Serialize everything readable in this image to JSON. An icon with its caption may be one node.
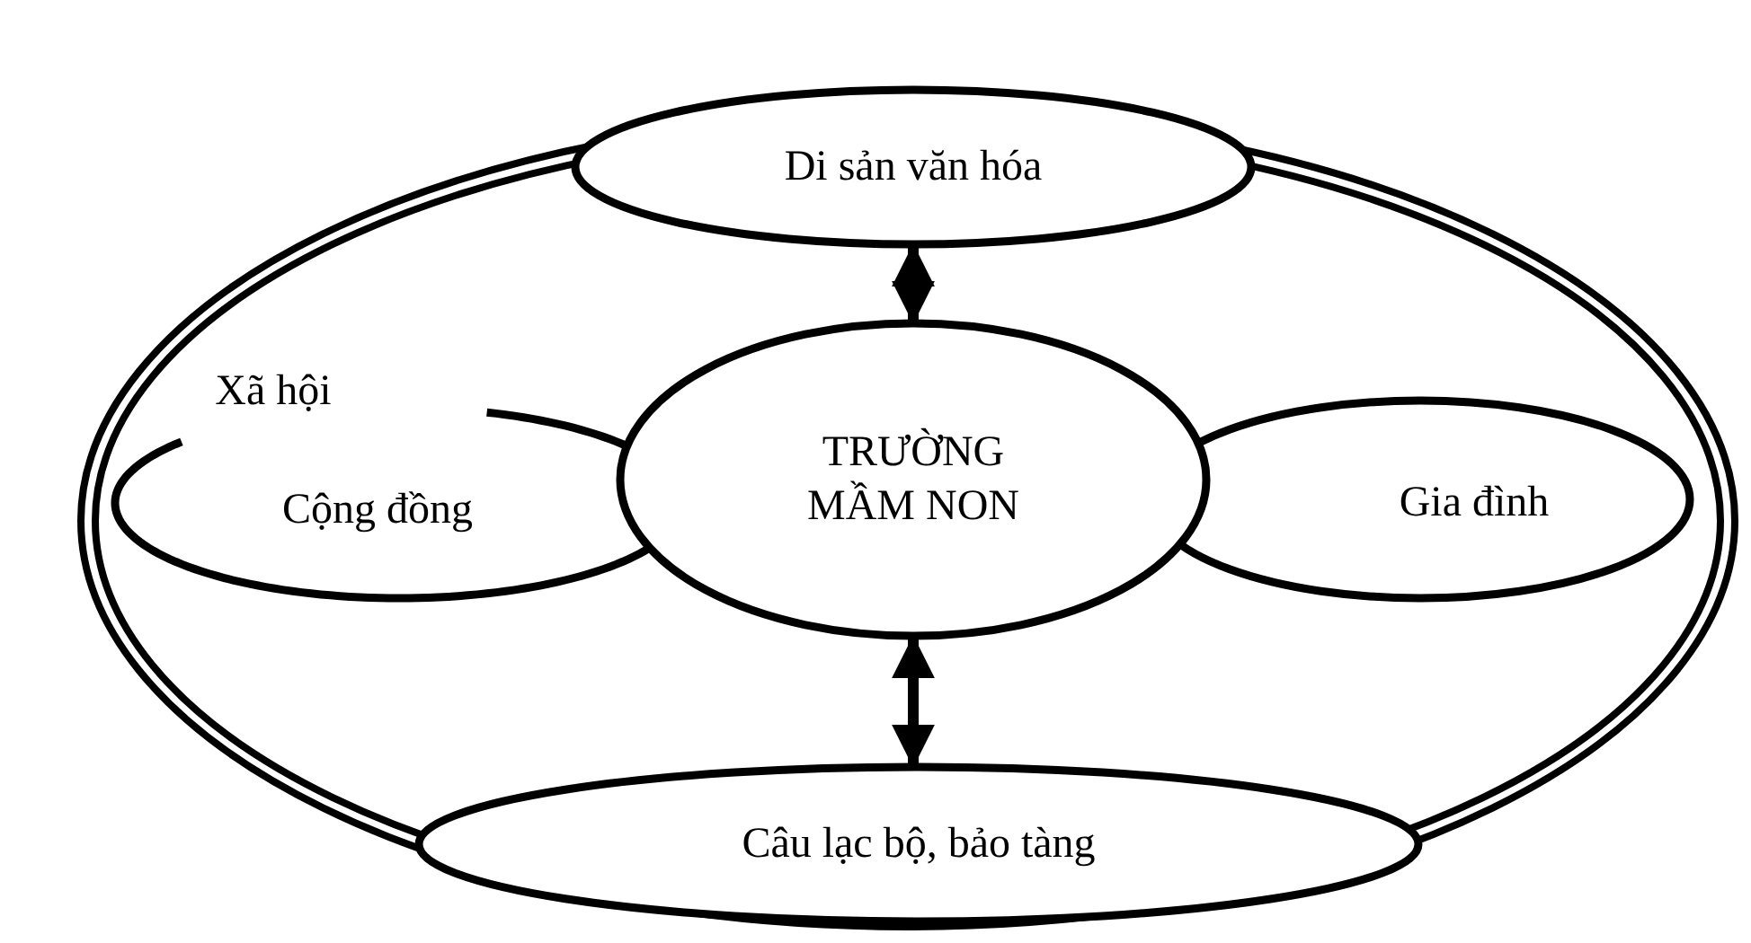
{
  "diagram": {
    "nodes": [
      {
        "text": [],
        "shape": "ellipse"
      },
      {
        "text": [
          "Di sản văn hóa"
        ],
        "in": 0
      },
      {
        "text": [
          "Xã hội",
          "Cộng đồng"
        ],
        "in": 0
      },
      {
        "text": [
          "TRƯỜNG MẦM NON"
        ],
        "in": 0
      },
      {
        "text": [
          "Gia đình"
        ],
        "in": 0
      },
      {
        "text": [
          "Câu lạc bộ, bảo tàng"
        ],
        "in": 0
      }
    ],
    "edges": [
      {
        "from": 3,
        "to": 1,
        "arrow": "both"
      },
      {
        "from": 3,
        "to": 5,
        "arrow": "both"
      }
    ]
  }
}
